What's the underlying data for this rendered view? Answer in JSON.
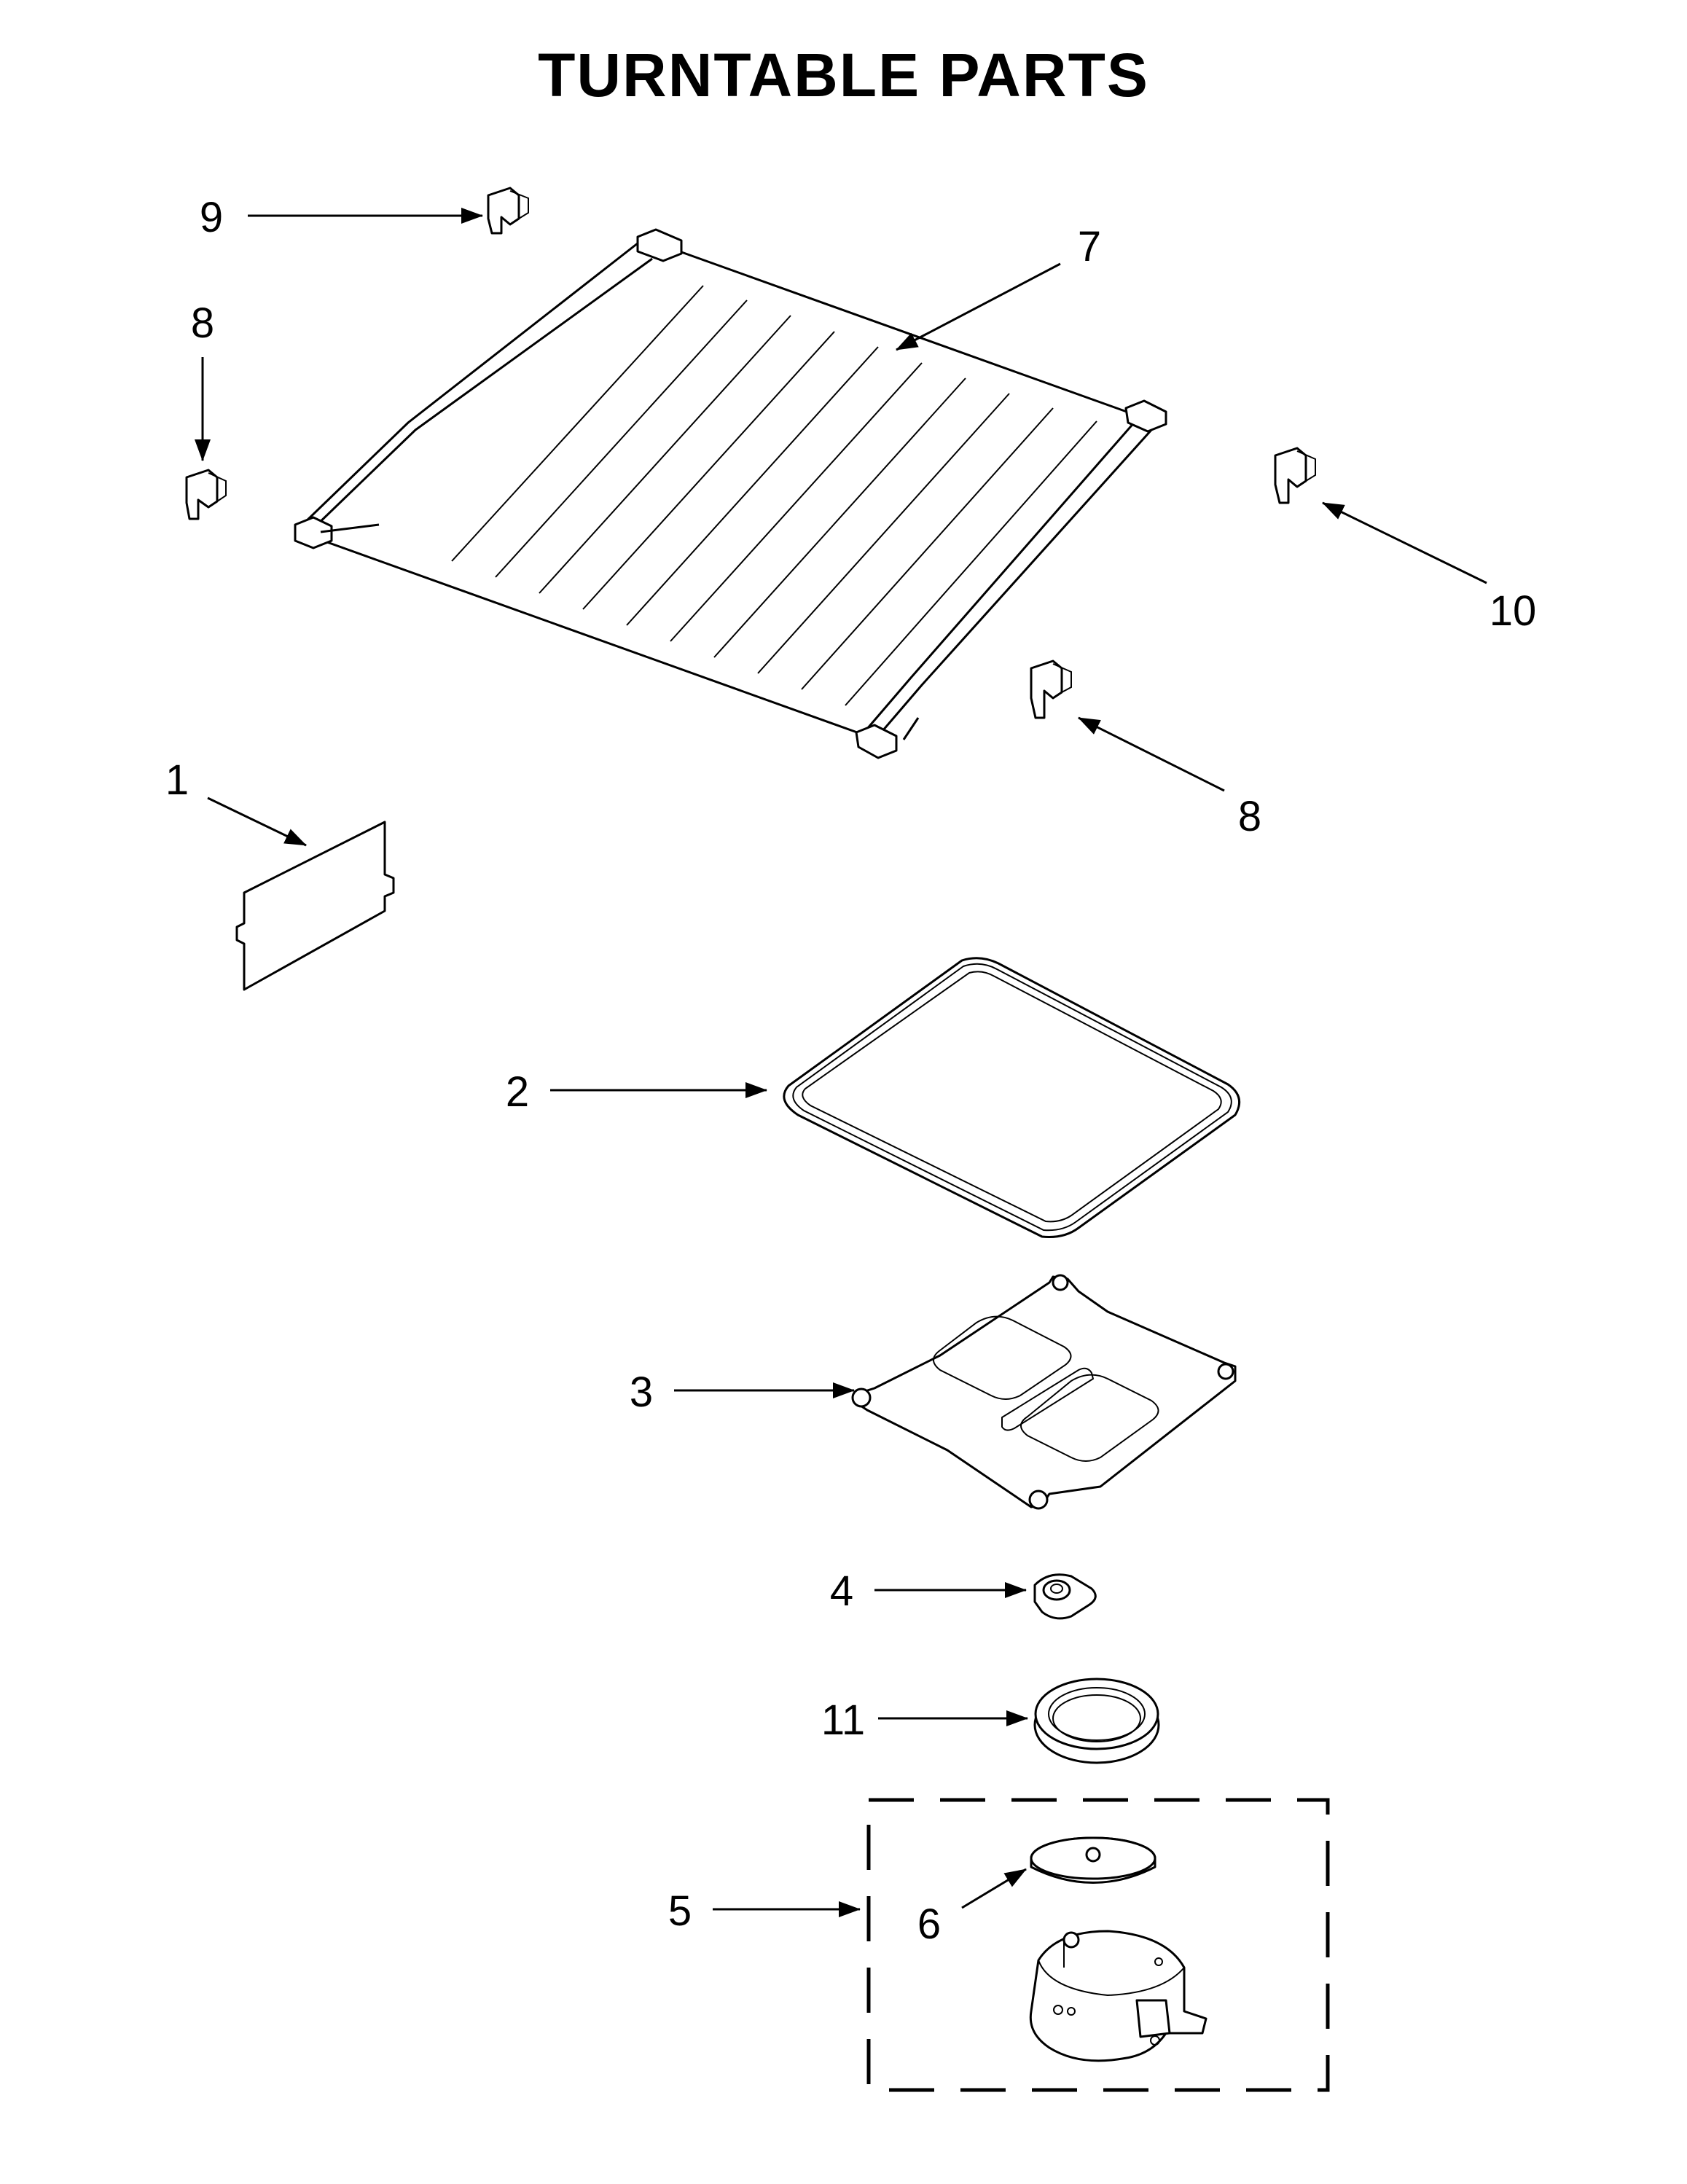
{
  "title": "TURNTABLE PARTS",
  "callouts": {
    "rack": "7",
    "clip_top_left": "9",
    "clip_left": "8",
    "clip_right": "10",
    "clip_bottom": "8",
    "cover": "1",
    "gasket": "2",
    "support": "3",
    "coupler": "4",
    "ring": "11",
    "motor_assembly": "5",
    "hub": "6"
  }
}
